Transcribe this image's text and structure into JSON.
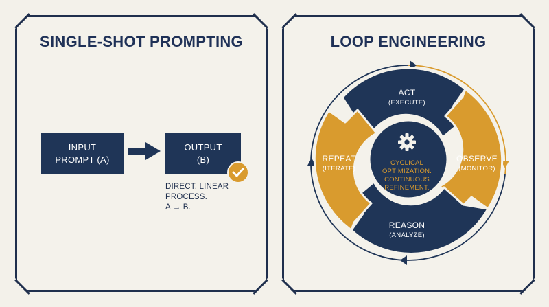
{
  "left_panel": {
    "title": "SINGLE-SHOT PROMPTING",
    "input_box": {
      "line1": "INPUT",
      "line2": "PROMPT (A)"
    },
    "output_box": {
      "line1": "OUTPUT",
      "line2": "(B)"
    },
    "description": [
      "DIRECT, LINEAR",
      "PROCESS.",
      "A → B."
    ],
    "check_icon": "checkmark-badge-icon"
  },
  "right_panel": {
    "title": "LOOP ENGINEERING",
    "segments": {
      "act": {
        "label": "ACT",
        "sub": "(EXECUTE)"
      },
      "observe": {
        "label": "OBSERVE",
        "sub": "(MONITOR)"
      },
      "reason": {
        "label": "REASON",
        "sub": "(ANALYZE)"
      },
      "repeat": {
        "label": "REPEAT",
        "sub": "(ITERATE)"
      }
    },
    "center": [
      "CYCLICAL",
      "OPTIMIZATION.",
      "CONTINUOUS",
      "REFINEMENT."
    ],
    "center_icon": "gear-icon"
  },
  "colors": {
    "navy": "#1f3557",
    "gold": "#d99b2e",
    "background": "#f4f2eb"
  }
}
